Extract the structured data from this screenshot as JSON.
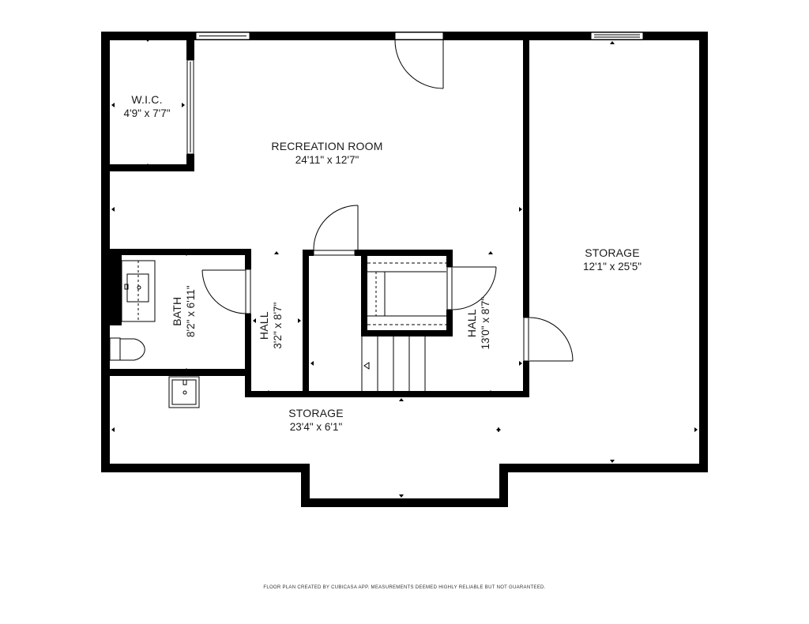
{
  "floor_plan": {
    "rooms": [
      {
        "id": "wic",
        "name": "W.I.C.",
        "dims": "4'9\" x 7'7\""
      },
      {
        "id": "recreation",
        "name": "RECREATION ROOM",
        "dims": "24'11\" x 12'7\""
      },
      {
        "id": "storage_right",
        "name": "STORAGE",
        "dims": "12'1\" x 25'5\""
      },
      {
        "id": "bath",
        "name": "BATH",
        "dims": "8'2\" x 6'11\""
      },
      {
        "id": "hall_left",
        "name": "HALL",
        "dims": "3'2\" x 8'7\""
      },
      {
        "id": "hall_right",
        "name": "HALL",
        "dims": "13'0\" x 8'7\""
      },
      {
        "id": "storage_bottom",
        "name": "STORAGE",
        "dims": "23'4\" x 6'1\""
      }
    ],
    "colors": {
      "wall": "#000000",
      "background": "#ffffff",
      "text": "#1a1a1a"
    }
  },
  "footer": {
    "disclaimer": "FLOOR PLAN CREATED BY CUBICASA APP. MEASUREMENTS DEEMED HIGHLY RELIABLE BUT NOT GUARANTEED."
  }
}
